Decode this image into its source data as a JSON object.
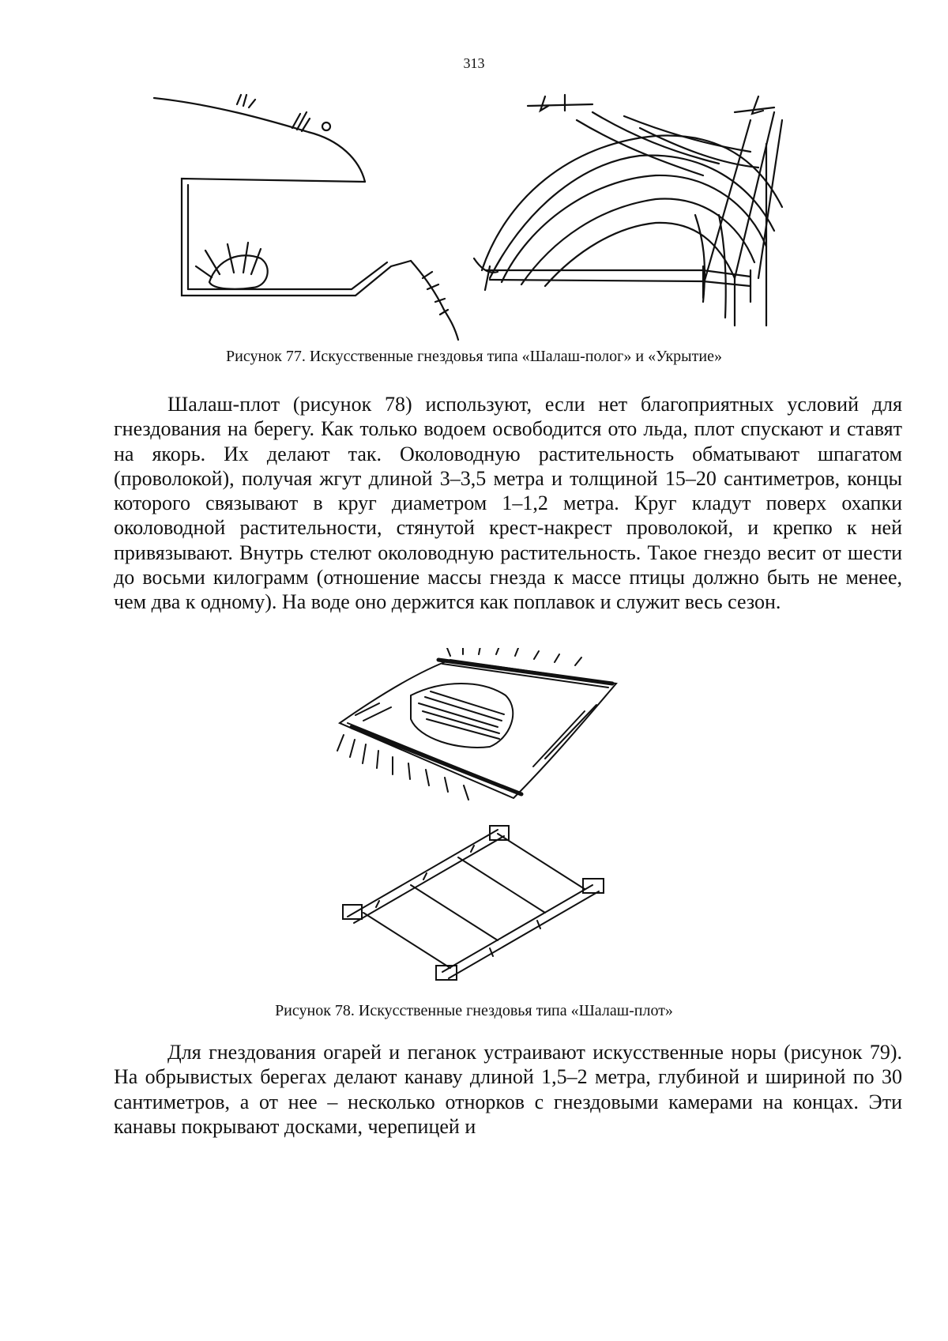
{
  "page": {
    "number": "313"
  },
  "figure77": {
    "caption": "Рисунок 77. Искусственные гнездовья типа «Шалаш-полог» и «Укрытие»"
  },
  "paragraph1": {
    "text": "Шалаш-плот (рисунок 78) используют, если нет благоприятных условий для гнездования на берегу. Как только водоем освободится ото льда, плот спускают и ставят на якорь. Их делают так. Околоводную растительность обматывают шпагатом (проволокой), получая жгут длиной 3–3,5 метра и толщиной 15–20 сантиметров, концы которого связывают в круг диаметром 1–1,2 метра. Круг кладут поверх охапки околоводной растительности, стянутой крест-накрест проволокой, и крепко к ней привязывают. Внутрь стелют околоводную растительность. Такое гнездо весит от шести до восьми килограмм (отношение массы гнезда к массе птицы должно быть не менее, чем два к одному). На воде оно держится как поплавок и служит весь сезон."
  },
  "figure78": {
    "caption": "Рисунок 78. Искусственные гнездовья типа «Шалаш-плот»"
  },
  "paragraph2": {
    "text": "Для гнездования огарей и пеганок устраивают искусственные норы (рисунок 79). На обрывистых берегах делают канаву длиной 1,5–2 метра, глубиной и шириной по 30 сантиметров, а от нее – несколько отнорков с гнездовыми камерами на концах. Эти канавы покрывают досками, черепицей и"
  }
}
